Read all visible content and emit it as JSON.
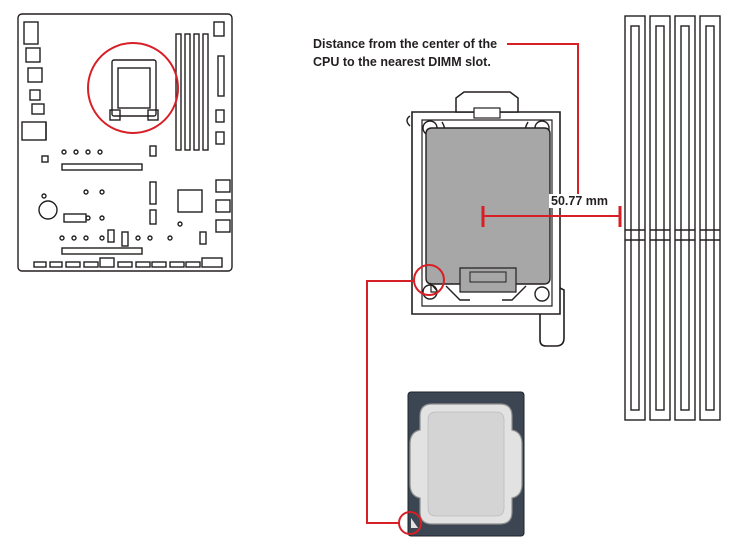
{
  "caption": {
    "line1": "Distance from the center of the",
    "line2": "CPU to the nearest DIMM slot."
  },
  "measurement": {
    "label": "50.77 mm"
  },
  "colors": {
    "accent": "#d71f26",
    "outline": "#231f20",
    "socket_gray": "#a8a7a7",
    "cpu_substrate": "#3b4652",
    "cpu_ihs": "#e2e2e2"
  }
}
